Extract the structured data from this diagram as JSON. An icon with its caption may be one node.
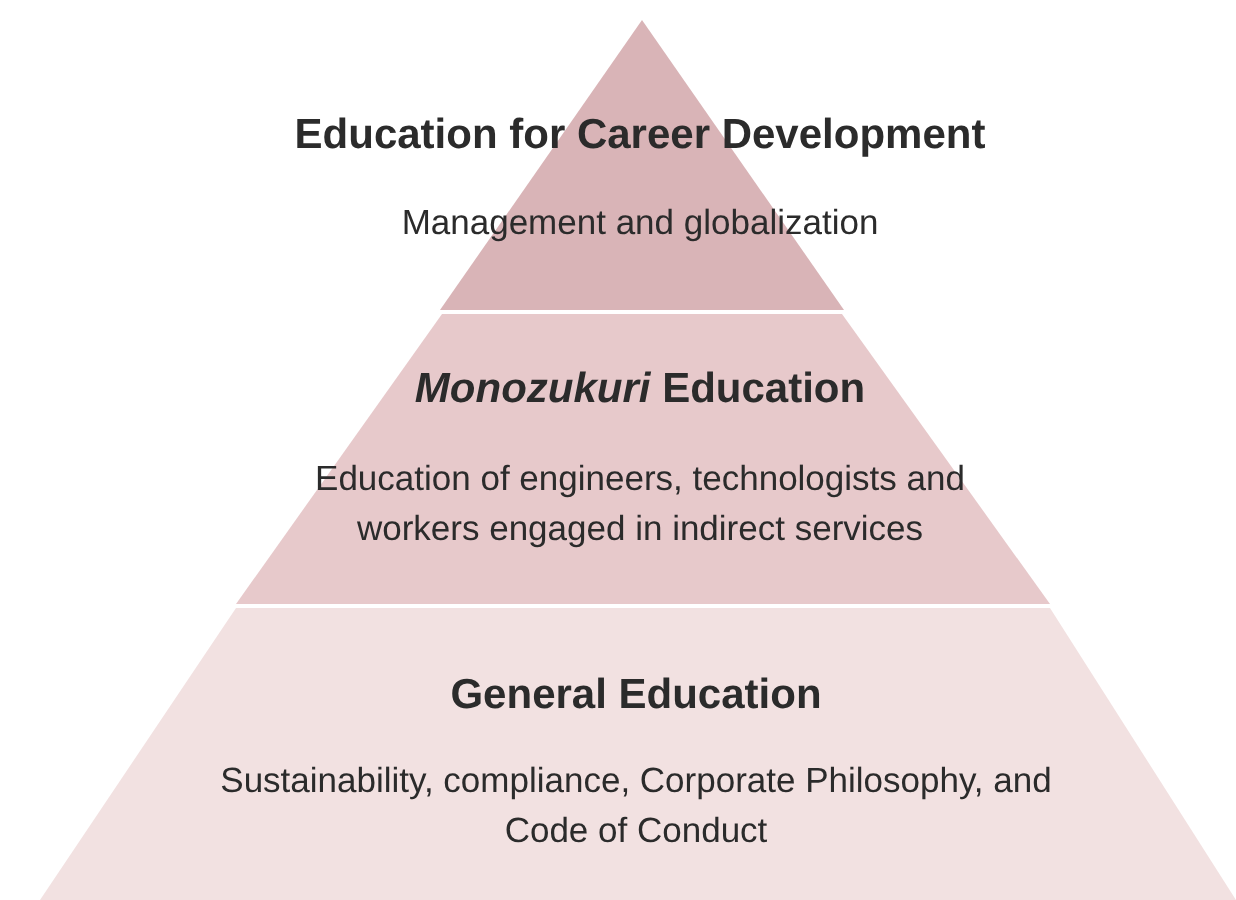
{
  "diagram": {
    "nodes": [
      {
        "text": [
          "Education for Career Development",
          "Management and globalization"
        ]
      },
      {
        "text": [
          "*Monozukuri* Education",
          "Education of engineers, technologists and workers engaged in indirect services"
        ]
      },
      {
        "text": [
          "General Education",
          "Sustainability, compliance, Corporate Philosophy, and Code of Conduct"
        ]
      }
    ]
  }
}
